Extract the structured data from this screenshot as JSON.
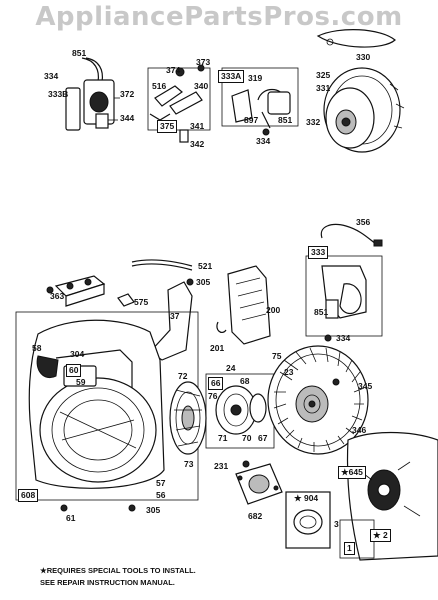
{
  "watermark": "AppliancePartsPros.com",
  "notes": {
    "line1": "★REQUIRES SPECIAL TOOLS TO INSTALL.",
    "line2": "SEE REPAIR INSTRUCTION MANUAL."
  },
  "callouts": {
    "p851a": "851",
    "p334a": "334",
    "p333B": "333B",
    "p372": "372",
    "p344": "344",
    "p373": "373",
    "p374": "374",
    "p516": "516",
    "p340": "340",
    "p375": "375",
    "p341": "341",
    "p342": "342",
    "p333A": "333A",
    "p319": "319",
    "p897": "897",
    "p851b": "851",
    "p334b": "334",
    "p330": "330",
    "p325": "325",
    "p331": "331",
    "p332": "332",
    "p356": "356",
    "p333": "333",
    "p851c": "851",
    "p334c": "334",
    "p521": "521",
    "p305a": "305",
    "p363": "363",
    "p575": "575",
    "p37": "37",
    "p200": "200",
    "p201": "201",
    "p58": "58",
    "p304": "304",
    "p60": "60",
    "p59": "59",
    "p608": "608",
    "p24": "24",
    "p75": "75",
    "p23": "23",
    "p345": "345",
    "p346": "346",
    "p72": "72",
    "p66": "66",
    "p68": "68",
    "p76": "76",
    "p71": "71",
    "p70": "70",
    "p67": "67",
    "p73": "73",
    "p57": "57",
    "p56": "56",
    "p61": "61",
    "p305b": "305",
    "p231": "231",
    "p682": "682",
    "p645": "★645",
    "p904": "★ 904",
    "p3": "3",
    "p1": "1",
    "p2": "★ 2"
  }
}
